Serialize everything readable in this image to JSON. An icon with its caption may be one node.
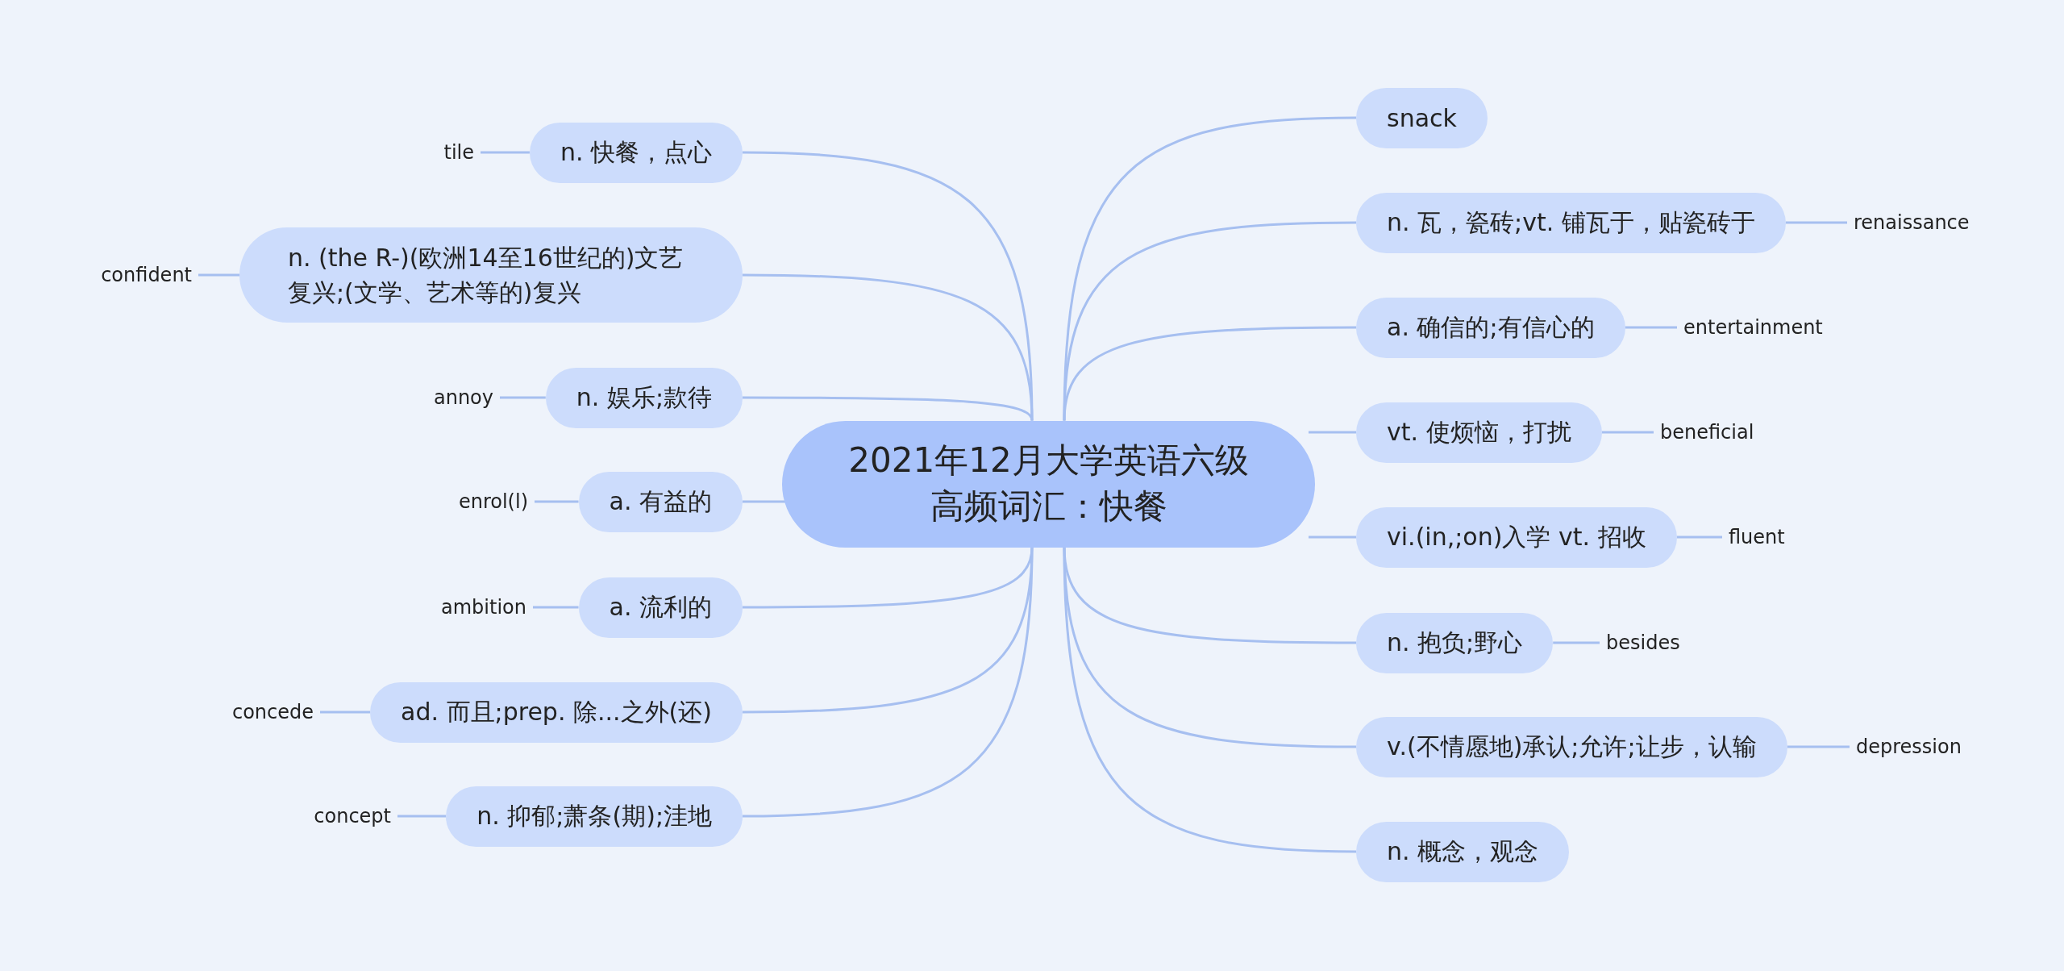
{
  "diagram": {
    "nodes": [
      {
        "text": [
          "2021年12月大学英语六级高频词汇：快餐"
        ]
      },
      {
        "text": [
          "snack"
        ]
      },
      {
        "text": [
          "n. 瓦，瓷砖;vt. 铺瓦于，贴瓷砖于"
        ]
      },
      {
        "text": [
          "renaissance"
        ]
      },
      {
        "text": [
          "a. 确信的;有信心的"
        ]
      },
      {
        "text": [
          "entertainment"
        ]
      },
      {
        "text": [
          "vt. 使烦恼，打扰"
        ]
      },
      {
        "text": [
          "beneficial"
        ]
      },
      {
        "text": [
          "vi.(in,;on)入学 vt. 招收"
        ]
      },
      {
        "text": [
          "fluent"
        ]
      },
      {
        "text": [
          "n. 抱负;野心"
        ]
      },
      {
        "text": [
          "besides"
        ]
      },
      {
        "text": [
          "v.(不情愿地)承认;允许;让步，认输"
        ]
      },
      {
        "text": [
          "depression"
        ]
      },
      {
        "text": [
          "n. 概念，观念"
        ]
      },
      {
        "text": [
          "n. 快餐，点心"
        ]
      },
      {
        "text": [
          "tile"
        ]
      },
      {
        "text": [
          "n. (the R-)(欧洲14至16世纪的)文艺复兴;(文学、艺术等的)复兴"
        ]
      },
      {
        "text": [
          "confident"
        ]
      },
      {
        "text": [
          "n. 娱乐;款待"
        ]
      },
      {
        "text": [
          "annoy"
        ]
      },
      {
        "text": [
          "a. 有益的"
        ]
      },
      {
        "text": [
          "enrol(l)"
        ]
      },
      {
        "text": [
          "a. 流利的"
        ]
      },
      {
        "text": [
          "ambition"
        ]
      },
      {
        "text": [
          "ad. 而且;prep. 除...之外(还)"
        ]
      },
      {
        "text": [
          "concede"
        ]
      },
      {
        "text": [
          "n. 抑郁;萧条(期);洼地"
        ]
      },
      {
        "text": [
          "concept"
        ]
      }
    ],
    "edges": [
      {
        "from": 0,
        "to": 1,
        "arrow": "none"
      },
      {
        "from": 0,
        "to": 2,
        "arrow": "none"
      },
      {
        "from": 2,
        "to": 3,
        "arrow": "none"
      },
      {
        "from": 0,
        "to": 4,
        "arrow": "none"
      },
      {
        "from": 4,
        "to": 5,
        "arrow": "none"
      },
      {
        "from": 0,
        "to": 6,
        "arrow": "none"
      },
      {
        "from": 6,
        "to": 7,
        "arrow": "none"
      },
      {
        "from": 0,
        "to": 8,
        "arrow": "none"
      },
      {
        "from": 8,
        "to": 9,
        "arrow": "none"
      },
      {
        "from": 0,
        "to": 10,
        "arrow": "none"
      },
      {
        "from": 10,
        "to": 11,
        "arrow": "none"
      },
      {
        "from": 0,
        "to": 12,
        "arrow": "none"
      },
      {
        "from": 12,
        "to": 13,
        "arrow": "none"
      },
      {
        "from": 0,
        "to": 14,
        "arrow": "none"
      },
      {
        "from": 0,
        "to": 15,
        "arrow": "none"
      },
      {
        "from": 15,
        "to": 16,
        "arrow": "none"
      },
      {
        "from": 0,
        "to": 17,
        "arrow": "none"
      },
      {
        "from": 17,
        "to": 18,
        "arrow": "none"
      },
      {
        "from": 0,
        "to": 19,
        "arrow": "none"
      },
      {
        "from": 19,
        "to": 20,
        "arrow": "none"
      },
      {
        "from": 0,
        "to": 21,
        "arrow": "none"
      },
      {
        "from": 21,
        "to": 22,
        "arrow": "none"
      },
      {
        "from": 0,
        "to": 23,
        "arrow": "none"
      },
      {
        "from": 23,
        "to": 24,
        "arrow": "none"
      },
      {
        "from": 0,
        "to": 25,
        "arrow": "none"
      },
      {
        "from": 25,
        "to": 26,
        "arrow": "none"
      },
      {
        "from": 0,
        "to": 27,
        "arrow": "none"
      },
      {
        "from": 27,
        "to": 28,
        "arrow": "none"
      }
    ]
  }
}
